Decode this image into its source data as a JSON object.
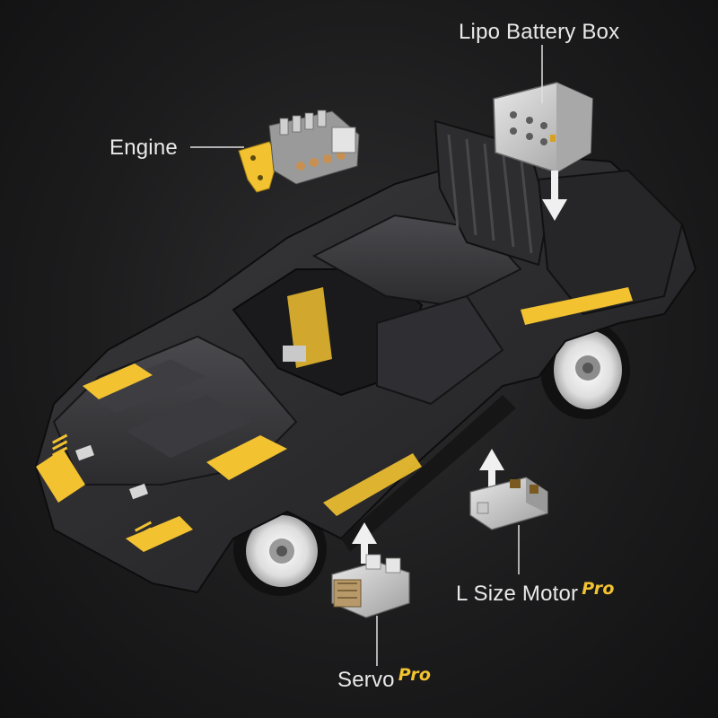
{
  "labels": {
    "battery": "Lipo Battery Box",
    "engine": "Engine",
    "motor": "L Size Motor",
    "motor_badge": "Pro",
    "servo": "Servo",
    "servo_badge": "Pro"
  },
  "colors": {
    "background": "#1c1c1d",
    "car_body": "#2b2b2d",
    "accent_yellow": "#f2c230",
    "label_text": "#e9e9e9",
    "arrow": "#f0f0f0"
  },
  "icons": {
    "battery": "battery-box-icon",
    "engine": "engine-icon",
    "motor": "motor-icon",
    "servo": "servo-icon"
  }
}
